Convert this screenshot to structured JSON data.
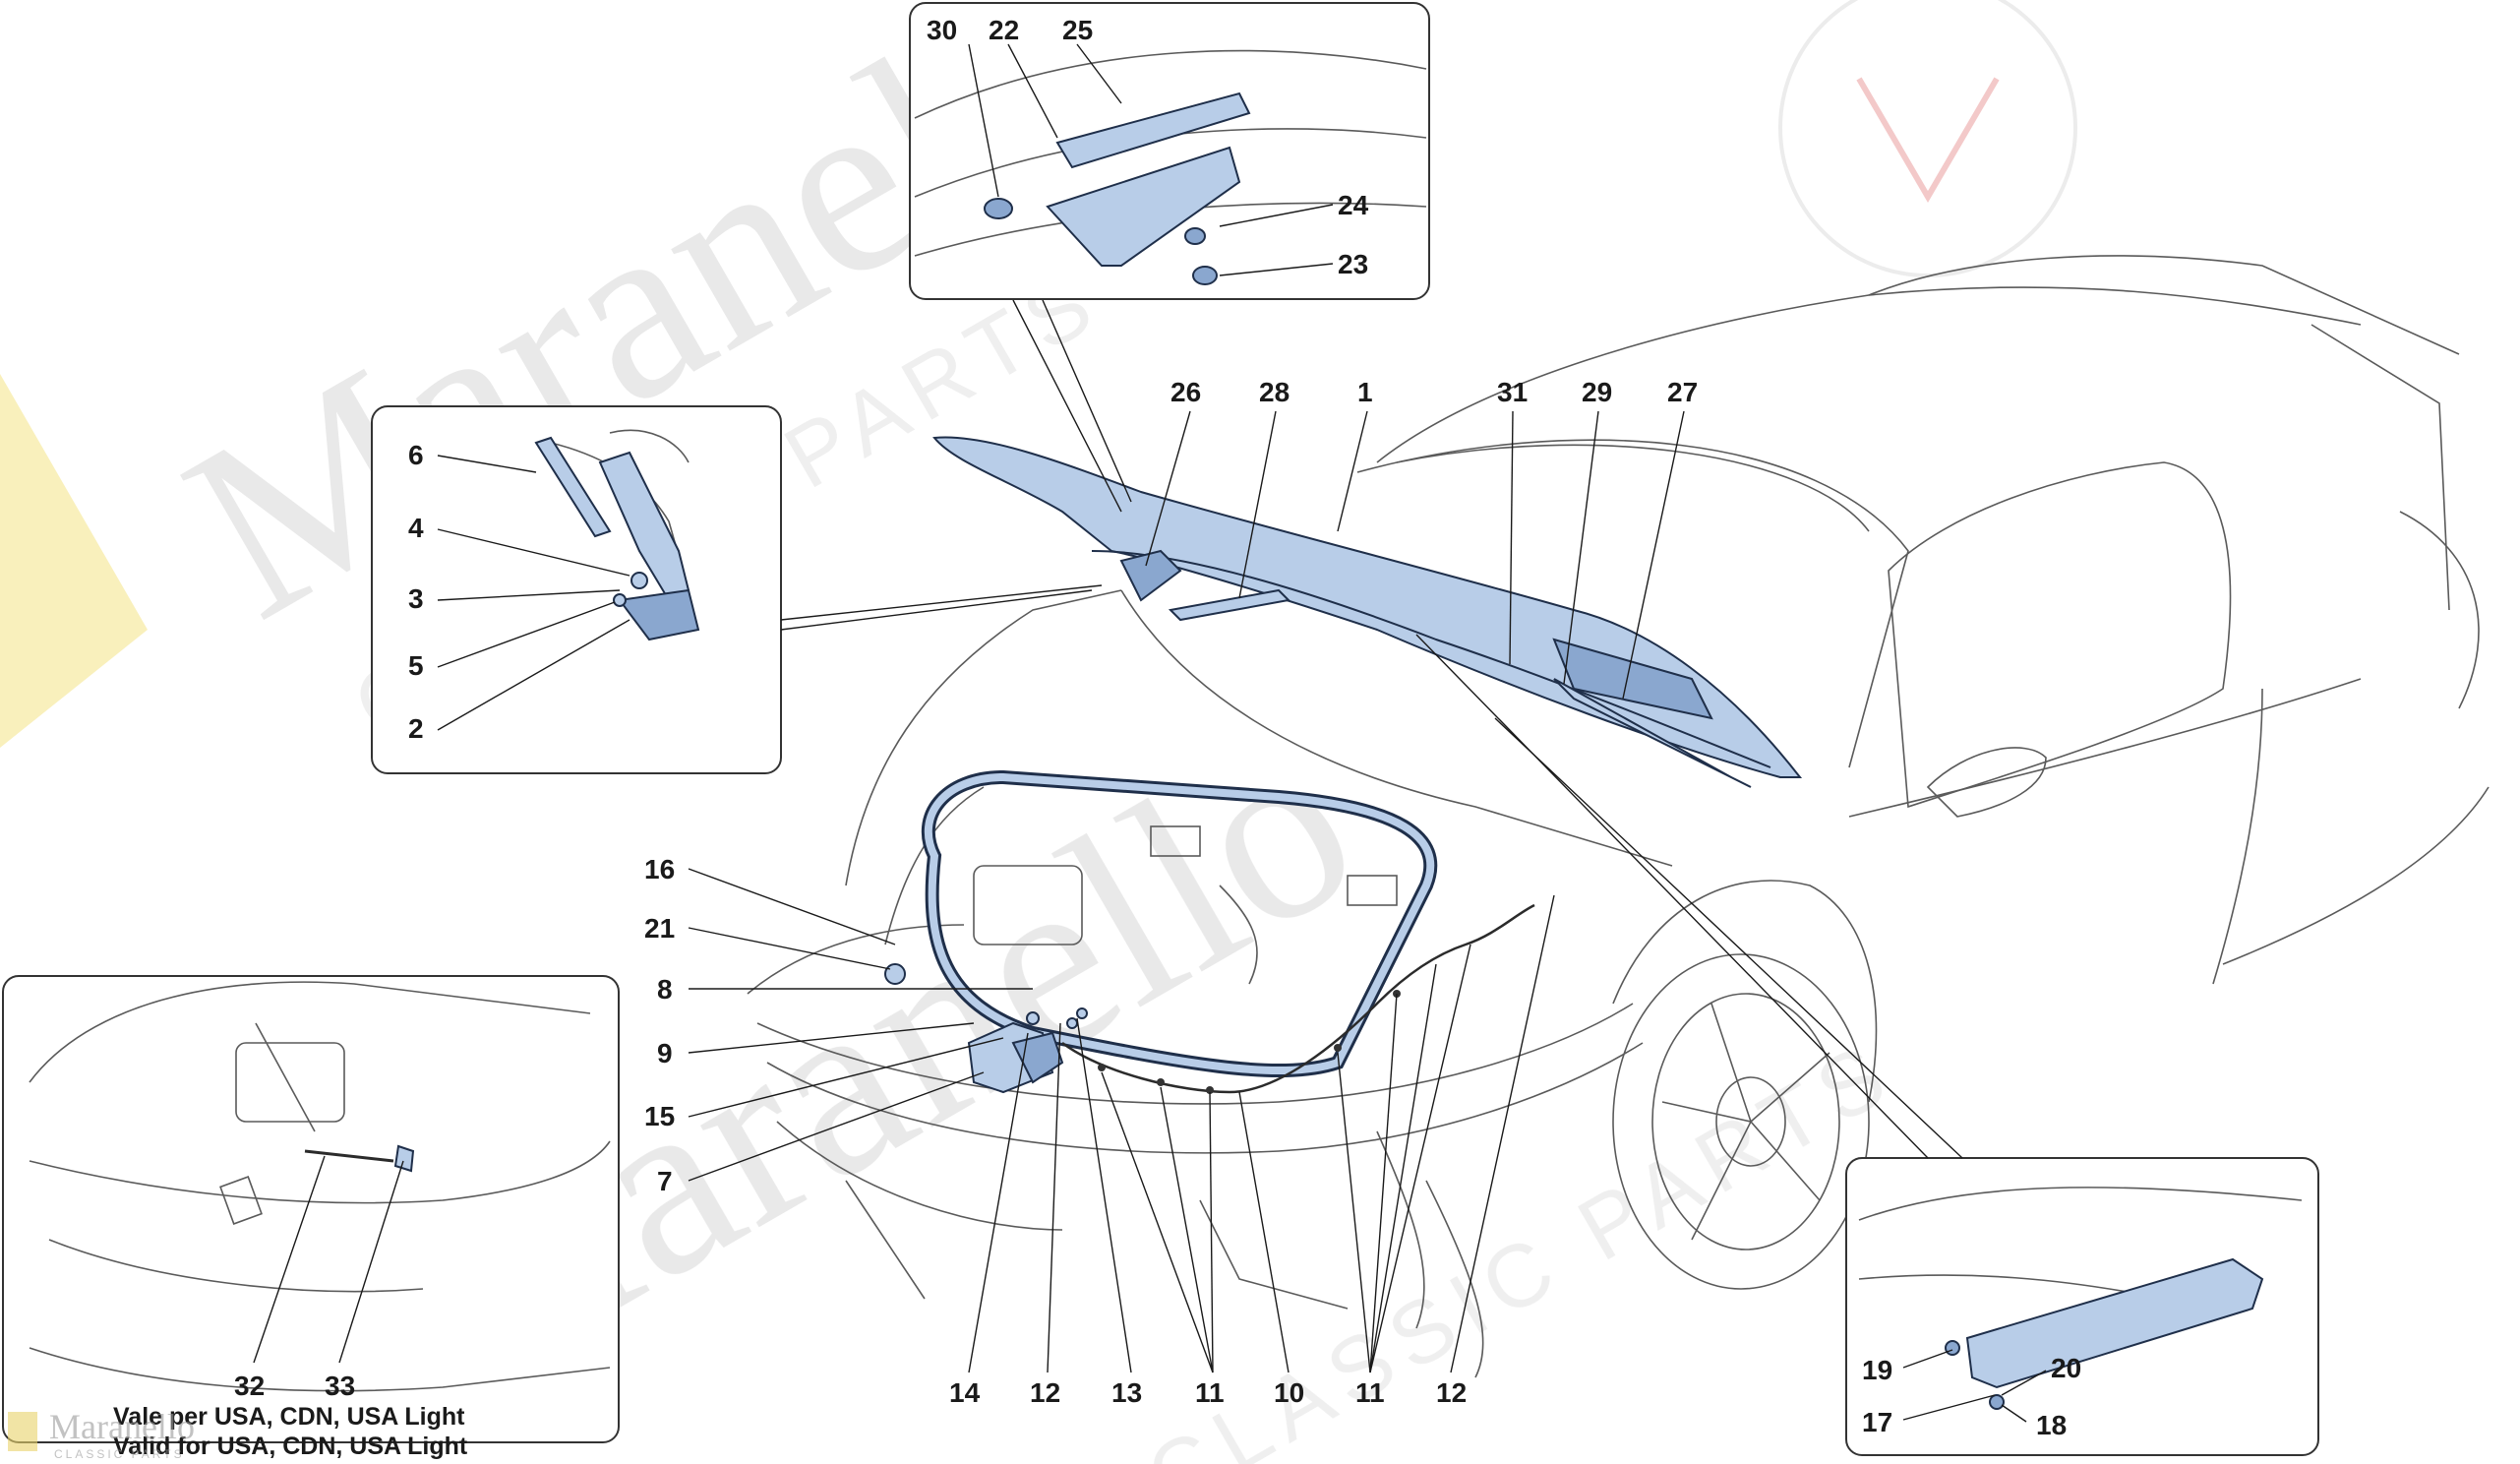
{
  "watermark": {
    "brand": "Maranello",
    "tagline": "CLASSIC PARTS"
  },
  "footer_logo": {
    "name": "Maranello",
    "tagline": "CLASSIC PARTS"
  },
  "callouts": {
    "c1": "1",
    "c2": "2",
    "c3": "3",
    "c4": "4",
    "c5": "5",
    "c6": "6",
    "c7": "7",
    "c8": "8",
    "c9": "9",
    "c10": "10",
    "c11a": "11",
    "c11b": "11",
    "c12a": "12",
    "c12b": "12",
    "c13": "13",
    "c14": "14",
    "c15": "15",
    "c16": "16",
    "c17": "17",
    "c18": "18",
    "c19": "19",
    "c20": "20",
    "c21": "21",
    "c22": "22",
    "c23": "23",
    "c24": "24",
    "c25": "25",
    "c26": "26",
    "c27": "27",
    "c28": "28",
    "c29": "29",
    "c30": "30",
    "c31": "31",
    "c32": "32",
    "c33": "33"
  },
  "notes": {
    "line1": "Vale per USA, CDN, USA Light",
    "line2": "Valid for USA, CDN, USA Light"
  },
  "colors": {
    "part_fill": "#b8cde8",
    "part_stroke": "#1f2f4a",
    "drawing_line": "#5a5a5a"
  }
}
